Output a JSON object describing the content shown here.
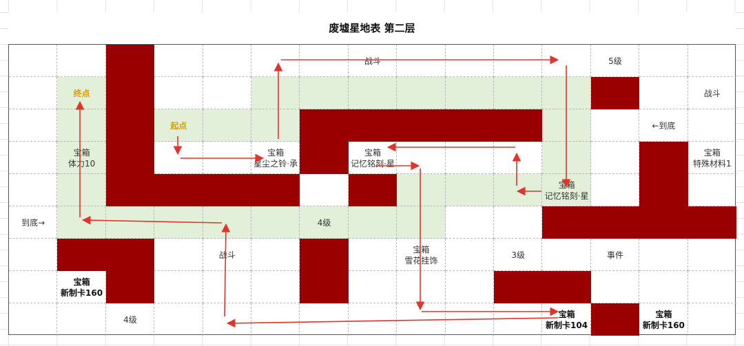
{
  "title": "废墟星地表  第二层",
  "grid": {
    "cols": 15,
    "rows": 9,
    "walls": [
      [
        0,
        2
      ],
      [
        1,
        2
      ],
      [
        1,
        12
      ],
      [
        2,
        2
      ],
      [
        2,
        6
      ],
      [
        2,
        7
      ],
      [
        2,
        8
      ],
      [
        2,
        9
      ],
      [
        2,
        10
      ],
      [
        3,
        2
      ],
      [
        3,
        6
      ],
      [
        3,
        13
      ],
      [
        4,
        2
      ],
      [
        4,
        3
      ],
      [
        4,
        4
      ],
      [
        4,
        5
      ],
      [
        4,
        7
      ],
      [
        4,
        13
      ],
      [
        5,
        11
      ],
      [
        5,
        12
      ],
      [
        5,
        13
      ],
      [
        5,
        14
      ],
      [
        6,
        1
      ],
      [
        6,
        2
      ],
      [
        6,
        6
      ],
      [
        7,
        2
      ],
      [
        7,
        6
      ],
      [
        7,
        10
      ],
      [
        7,
        11
      ],
      [
        8,
        12
      ]
    ],
    "path": [
      [
        1,
        1
      ],
      [
        1,
        5
      ],
      [
        1,
        6
      ],
      [
        1,
        7
      ],
      [
        1,
        8
      ],
      [
        1,
        9
      ],
      [
        1,
        10
      ],
      [
        1,
        11
      ],
      [
        2,
        1
      ],
      [
        2,
        3
      ],
      [
        2,
        4
      ],
      [
        2,
        5
      ],
      [
        2,
        11
      ],
      [
        3,
        1
      ],
      [
        3,
        11
      ],
      [
        4,
        1
      ],
      [
        4,
        8
      ],
      [
        4,
        9
      ],
      [
        4,
        10
      ],
      [
        4,
        11
      ],
      [
        5,
        1
      ],
      [
        5,
        2
      ],
      [
        5,
        3
      ],
      [
        5,
        4
      ],
      [
        5,
        5
      ],
      [
        5,
        6
      ],
      [
        5,
        7
      ],
      [
        5,
        8
      ]
    ]
  },
  "cell_labels": [
    {
      "id": "fight-top",
      "row": 0,
      "col": 7,
      "lines": [
        "战斗"
      ],
      "style": "normal"
    },
    {
      "id": "level5",
      "row": 0,
      "col": 12,
      "lines": [
        "5级"
      ],
      "style": "normal"
    },
    {
      "id": "end-point",
      "row": 1,
      "col": 1,
      "lines": [
        "终点"
      ],
      "style": "gold"
    },
    {
      "id": "fight-right",
      "row": 1,
      "col": 14,
      "lines": [
        "战斗"
      ],
      "style": "normal"
    },
    {
      "id": "start-point",
      "row": 2,
      "col": 3,
      "lines": [
        "起点"
      ],
      "style": "gold"
    },
    {
      "id": "to-bottom-right",
      "row": 2,
      "col": 13,
      "lines": [
        "←到底"
      ],
      "style": "normal"
    },
    {
      "id": "chest-stamina",
      "row": 3,
      "col": 1,
      "lines": [
        "宝箱",
        "体力10"
      ],
      "style": "normal"
    },
    {
      "id": "chest-stardust-bell",
      "row": 3,
      "col": 5,
      "lines": [
        "宝箱",
        "星尘之铃·承"
      ],
      "style": "normal"
    },
    {
      "id": "chest-memory-star-a",
      "row": 3,
      "col": 7,
      "lines": [
        "宝箱",
        "记忆铭刻·星"
      ],
      "style": "normal"
    },
    {
      "id": "chest-special-material",
      "row": 3,
      "col": 14,
      "lines": [
        "宝箱",
        "特殊材料1"
      ],
      "style": "normal"
    },
    {
      "id": "chest-memory-star-b",
      "row": 4,
      "col": 11,
      "lines": [
        "宝箱",
        "记忆铭刻·星"
      ],
      "style": "normal"
    },
    {
      "id": "to-bottom-left",
      "row": 5,
      "col": 0,
      "lines": [
        "到底→"
      ],
      "style": "normal"
    },
    {
      "id": "level4-mid",
      "row": 5,
      "col": 6,
      "lines": [
        "4级"
      ],
      "style": "normal"
    },
    {
      "id": "fight-mid",
      "row": 6,
      "col": 4,
      "lines": [
        "战斗"
      ],
      "style": "normal"
    },
    {
      "id": "chest-snowflake",
      "row": 6,
      "col": 8,
      "lines": [
        "宝箱",
        "雪花挂饰"
      ],
      "style": "normal"
    },
    {
      "id": "level3",
      "row": 6,
      "col": 10,
      "lines": [
        "3级"
      ],
      "style": "normal"
    },
    {
      "id": "event",
      "row": 6,
      "col": 12,
      "lines": [
        "事件"
      ],
      "style": "normal"
    },
    {
      "id": "chest-card160-left",
      "row": 7,
      "col": 1,
      "lines": [
        "宝箱",
        "新制卡160"
      ],
      "style": "bold"
    },
    {
      "id": "level4-bottom",
      "row": 8,
      "col": 2,
      "lines": [
        "4级"
      ],
      "style": "normal"
    },
    {
      "id": "chest-card104",
      "row": 8,
      "col": 11,
      "lines": [
        "宝箱",
        "新制卡104"
      ],
      "style": "bold"
    },
    {
      "id": "chest-card160-right",
      "row": 8,
      "col": 13,
      "lines": [
        "宝箱",
        "新制卡160"
      ],
      "style": "bold"
    }
  ],
  "colors": {
    "wall": "#9a0000",
    "path": "#e2f0d9",
    "arrow": "#e0342c",
    "gold": "#d6a000"
  }
}
